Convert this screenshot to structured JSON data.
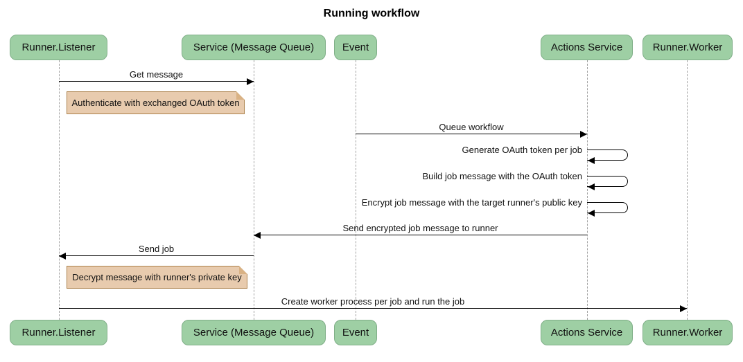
{
  "title": "Running workflow",
  "colors": {
    "actor_fill": "#9ecfa4",
    "actor_border": "#7fae87",
    "note_fill": "#e8cbae",
    "note_border": "#ab8049",
    "lifeline": "#a0a0a0",
    "arrow": "#000000",
    "background": "#ffffff"
  },
  "actors": [
    {
      "label": "Runner.Listener"
    },
    {
      "label": "Service (Message Queue)"
    },
    {
      "label": "Event"
    },
    {
      "label": "Actions Service"
    },
    {
      "label": "Runner.Worker"
    }
  ],
  "messages": [
    {
      "text": "Get message",
      "from": "Runner.Listener",
      "to": "Service (Message Queue)",
      "direction": "right"
    },
    {
      "text": "Queue workflow",
      "from": "Event",
      "to": "Actions Service",
      "direction": "right"
    },
    {
      "text": "Generate OAuth token per job",
      "from": "Actions Service",
      "to": "Actions Service",
      "direction": "self"
    },
    {
      "text": "Build job message with the OAuth token",
      "from": "Actions Service",
      "to": "Actions Service",
      "direction": "self"
    },
    {
      "text": "Encrypt job message with the target runner's public key",
      "from": "Actions Service",
      "to": "Actions Service",
      "direction": "self"
    },
    {
      "text": "Send encrypted job message to runner",
      "from": "Actions Service",
      "to": "Service (Message Queue)",
      "direction": "left"
    },
    {
      "text": "Send job",
      "from": "Service (Message Queue)",
      "to": "Runner.Listener",
      "direction": "left"
    },
    {
      "text": "Create worker process per job and run the job",
      "from": "Runner.Listener",
      "to": "Runner.Worker",
      "direction": "right"
    }
  ],
  "notes": [
    {
      "text": "Authenticate with exchanged OAuth token",
      "anchor": "Runner.Listener"
    },
    {
      "text": "Decrypt message with runner's private key",
      "anchor": "Runner.Listener"
    }
  ]
}
